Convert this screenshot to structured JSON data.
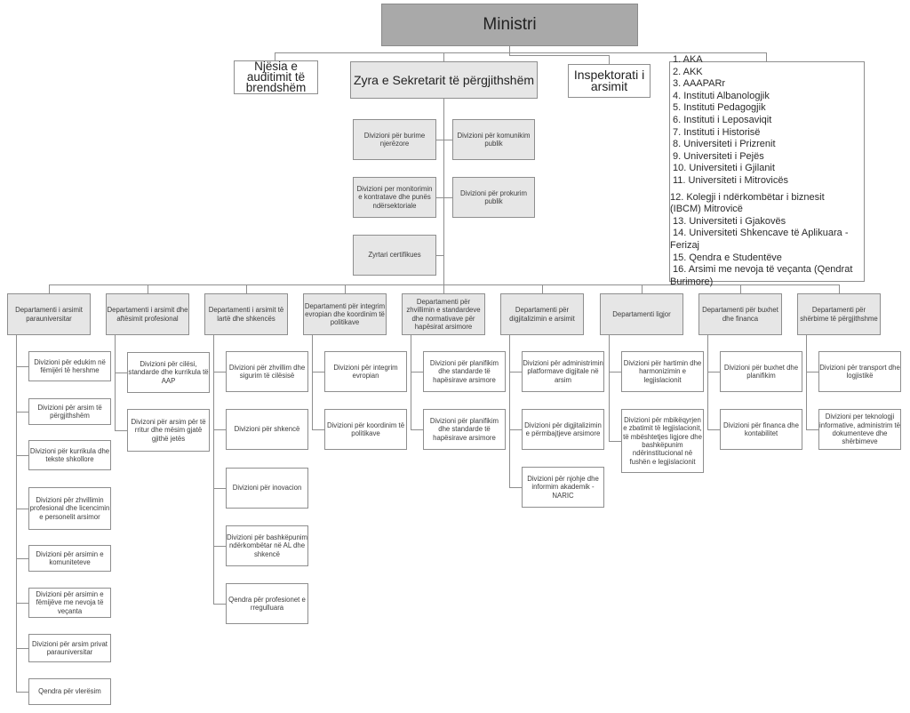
{
  "minister": {
    "label": "Ministri"
  },
  "internal_audit": {
    "label": "Njësia e auditimit të brendshëm"
  },
  "secretary_general_office": {
    "label": "Zyra e Sekretarit të përgjithshëm",
    "units": [
      {
        "label": "Divizioni për burime njerëzore"
      },
      {
        "label": "Divizioni për komunikim publik"
      },
      {
        "label": "Divizioni per monitorimin e kontratave dhe punës ndërsektoriale"
      },
      {
        "label": "Divizioni për prokurim publik"
      },
      {
        "label": "Zyrtari certifikues"
      }
    ]
  },
  "inspectorate": {
    "label": "Inspektorati i arsimit"
  },
  "subordinate_institutions": {
    "items": [
      "1. AKA",
      "2. AKK",
      "3. AAAPARr",
      "4. Instituti Albanologjik",
      "5. Instituti Pedagogjik",
      "6. Instituti i Leposaviqit",
      "7. Instituti i Historisë",
      "8. Universiteti i Prizrenit",
      "9. Universiteti i Pejës",
      "10. Universiteti i Gjilanit",
      "11. Universiteti i Mitrovicës",
      "12. Kolegji i ndërkombëtar i biznesit (IBCM) Mitrovicë",
      "13. Universiteti i Gjakovës",
      "14. Universiteti Shkencave të Aplikuara - Ferizaj",
      "15. Qendra e Studentëve",
      "16. Arsimi me nevoja të veçanta (Qendrat Burimore)"
    ]
  },
  "departments": [
    {
      "label": "Departamenti i arsimit parauniversitar",
      "divisions": [
        "Divizioni për edukim në fëmijëri të hershme",
        "Divizioni për arsim të përgjithshëm",
        "Divizioni për kurrikula dhe tekste shkollore",
        "Divizioni për zhvillimin profesional dhe licencimin e personelit arsimor",
        "Divizioni për arsimin e komuniteteve",
        "Divizioni për arsimin e fëmijëve me nevoja të veçanta",
        "Divizioni për arsim privat parauniversitar",
        "Qendra për vlerësim"
      ]
    },
    {
      "label": "Departamenti i arsimit dhe aftësimit profesional",
      "divisions": [
        "Divizioni për cilësi, standarde dhe kurrikula të AAP",
        "Divizoni për arsim për të rritur dhe mësim gjatë gjithë jetës"
      ]
    },
    {
      "label": "Departamenti i arsimit të lartë dhe shkencës",
      "divisions": [
        "Divizioni për zhvillim dhe sigurim të cilësisë",
        "Divizioni për shkencë",
        "Divizioni për inovacion",
        "Divizioni për bashkëpunim ndërkombëtar në AL dhe shkencë",
        "Qendra për profesionet e rregulluara"
      ]
    },
    {
      "label": "Departamenti për integrim evropian dhe koordinim të politikave",
      "divisions": [
        "Divizioni për integrim evropian",
        "Divizioni për koordinim të politikave"
      ]
    },
    {
      "label": "Departamenti për zhvillimin e standardeve dhe normativave për hapësirat arsimore",
      "divisions": [
        "Divizioni për planifikim dhe standarde të hapësirave arsimore",
        "Divizioni për planifikim dhe standarde të hapësirave arsimore"
      ]
    },
    {
      "label": "Departamenti për digjitalizimin e arsimit",
      "divisions": [
        "Divizioni për administrimin platformave digjitale në arsim",
        "Divizioni për digjitalizimin e përmbajtjeve arsimore",
        "Divizioni për njohje dhe informim akademik - NARIC"
      ]
    },
    {
      "label": "Departamenti ligjor",
      "divisions": [
        "Divizioni për hartimin dhe harmonizimin e legjislacionit",
        "Divizioni për mbikëqyrjen e zbatimit të legjislacionit, të mbështetjes ligjore dhe bashkëpunim ndërinstitucional në fushën e legjislacionit"
      ]
    },
    {
      "label": "Departamenti për buxhet dhe financa",
      "divisions": [
        "Divizioni për buxhet dhe planifikim",
        "Divizioni për financa dhe kontabilitet"
      ]
    },
    {
      "label": "Departamenti për shërbime të përgjithshme",
      "divisions": [
        "Divizioni për transport dhe logjistikë",
        "Divizioni per teknologji informative, administrim të dokumenteve dhe shërbimeve"
      ]
    }
  ],
  "colors": {
    "minister_fill": "#a9a9a9",
    "shaded_fill": "#e6e6e6",
    "box_fill": "#ffffff",
    "line": "#8e8e8e"
  }
}
